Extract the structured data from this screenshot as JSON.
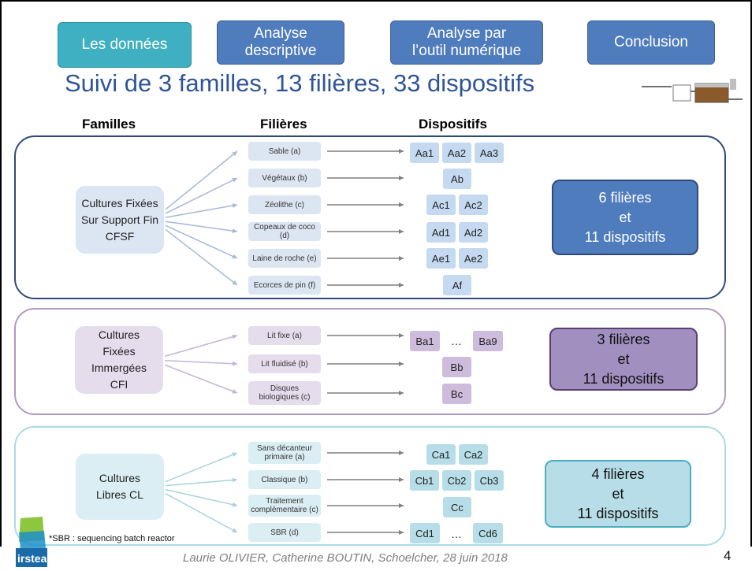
{
  "nav": [
    {
      "label": "Les données",
      "active": true
    },
    {
      "label": "Analyse\ndescriptive",
      "active": false
    },
    {
      "label": "Analyse par\nl’outil numérique",
      "active": false
    },
    {
      "label": "Conclusion",
      "active": false
    }
  ],
  "title": "Suivi de 3 familles, 13 filières, 33 dispositifs",
  "headers": {
    "familles": "Familles",
    "filieres": "Filières",
    "dispositifs": "Dispositifs"
  },
  "groups": [
    {
      "family": "Cultures Fixées\nSur Support Fin\nCFSF",
      "filieres": [
        "Sable (a)",
        "Végétaux (b)",
        "Zéolithe (c)",
        "Copeaux de coco (d)",
        "Laine de roche (e)",
        "Ecorces de pin (f)"
      ],
      "devices": [
        [
          "Aa1",
          "Aa2",
          "Aa3"
        ],
        [
          "Ab"
        ],
        [
          "Ac1",
          "Ac2"
        ],
        [
          "Ad1",
          "Ad2"
        ],
        [
          "Ae1",
          "Ae2"
        ],
        [
          "Af"
        ]
      ],
      "summary": "6 filières\net\n11 dispositifs",
      "colors": {
        "border": "#2f4a7a",
        "family_bg": "#dce6f2",
        "fil_bg": "#dce6f2",
        "dev_bg": "#c5d9f1",
        "sum_bg": "#4f7cbd",
        "sum_fg": "#ffffff",
        "sum_border": "#2f4a7a",
        "arrow": "#a6b8d6"
      }
    },
    {
      "family": "Cultures\nFixées\nImmergées\nCFI",
      "filieres": [
        "Lit fixe (a)",
        "Lit fluidisé (b)",
        "Disques\nbiologiques (c)"
      ],
      "devices": [
        [
          "Ba1",
          "…",
          "Ba9"
        ],
        [
          "Bb"
        ],
        [
          "Bc"
        ]
      ],
      "summary": "3 filières\net\n11 dispositifs",
      "colors": {
        "border": "#b09ac4",
        "family_bg": "#e5dcec",
        "fil_bg": "#e5dcec",
        "dev_bg": "#cdbcdc",
        "sum_bg": "#a18fc0",
        "sum_fg": "#111111",
        "sum_border": "#5b3d77",
        "arrow": "#c3b6d4"
      }
    },
    {
      "family": "Cultures\nLibres CL",
      "filieres": [
        "Sans décanteur\nprimaire (a)",
        "Classique (b)",
        "Traitement\ncomplémentaire (c)",
        "SBR (d)"
      ],
      "devices": [
        [
          "Ca1",
          "Ca2"
        ],
        [
          "Cb1",
          "Cb2",
          "Cb3"
        ],
        [
          "Cc"
        ],
        [
          "Cd1",
          "…",
          "Cd6"
        ]
      ],
      "summary": "4 filières\net\n11 dispositifs",
      "colors": {
        "border": "#a8dbe6",
        "family_bg": "#dbeef3",
        "fil_bg": "#dbeef3",
        "dev_bg": "#b7dee8",
        "sum_bg": "#b7dee8",
        "sum_fg": "#111111",
        "sum_border": "#4aaebf",
        "arrow": "#a8d3dd"
      }
    }
  ],
  "footnote": "*SBR : sequencing batch reactor",
  "footer": "Laurie OLIVIER, Catherine BOUTIN, Schoelcher, 28 juin 2018",
  "page_number": "4",
  "logo_text": "irstea"
}
